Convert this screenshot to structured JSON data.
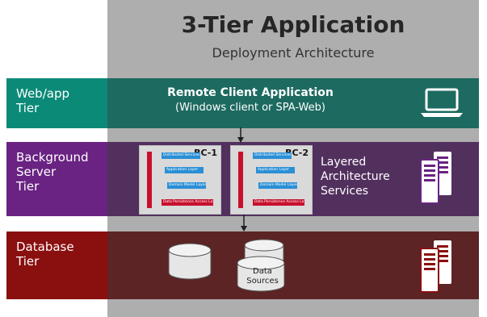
{
  "header": {
    "title": "3-Tier Application",
    "subtitle": "Deployment Architecture"
  },
  "tiers": {
    "web": {
      "label": "Web/app\nTier"
    },
    "background": {
      "label": "Background\nServer\nTier"
    },
    "database": {
      "label": "Database\nTier"
    }
  },
  "web_tier": {
    "app_title": "Remote Client Application",
    "app_subtitle": "(Windows client or SPA-Web)"
  },
  "background_tier": {
    "bounded_contexts": [
      {
        "name": "BC-1",
        "layers": [
          "Distributed Services",
          "Application Layer",
          "Domain Model Layer",
          "Data Persistence Access Layer"
        ]
      },
      {
        "name": "BC-2",
        "layers": [
          "Distributed Services",
          "Application Layer",
          "Domain Model Layer",
          "Data Persistence Access Layer"
        ]
      }
    ],
    "services_label": "Layered\nArchitecture\nServices"
  },
  "database_tier": {
    "data_sources_label": "Data\nSources"
  },
  "icons": {
    "laptop": "laptop-icon",
    "server": "server-icon",
    "database": "database-icon"
  },
  "colors": {
    "web": "#0b8a78",
    "background": "#6a2382",
    "database": "#8a0f0f",
    "layer_blue": "#2a8fd6",
    "layer_red": "#c8102e"
  }
}
